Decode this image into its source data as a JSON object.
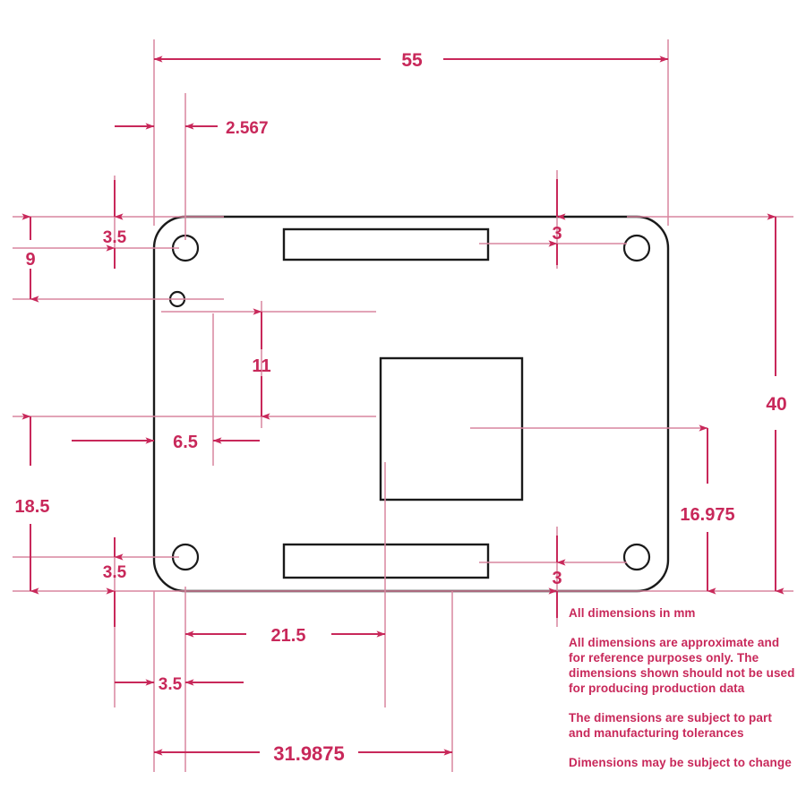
{
  "drawing": {
    "title": "Raspberry Pi board mechanical dimension drawing",
    "units": "mm",
    "colors": {
      "dimension": "#c8285a",
      "dimension_light": "#d9859f",
      "outline": "#1a1a1a",
      "background": "#ffffff"
    }
  },
  "dimensions": {
    "overall_width": "55",
    "overall_height": "40",
    "top_left_hole_x": "2.567",
    "top_edge_to_hole_left": "3.5",
    "hole_to_hole_vertical_left": "9",
    "usb_top_offset": "3",
    "connector_offset_11": "11",
    "left_offset_6_5": "6.5",
    "bottom_left_vertical_18_5": "18.5",
    "bottom_left_hole_3_5": "3.5",
    "right_vertical_16_975": "16.975",
    "bottom_usb_offset_3": "3",
    "bottom_span_21_5": "21.5",
    "bottom_offset_3_5": "3.5",
    "bottom_span_31_9875": "31.9875"
  },
  "notes": [
    "All dimensions in mm",
    "All dimensions are approximate and for reference purposes only. The dimensions shown should not be used for producing production data",
    "The dimensions are subject to part and manufacturing tolerances",
    "Dimensions may be subject to change"
  ],
  "features": {
    "board_outline": "rounded-rectangle-board-outline",
    "mounting_holes": 4,
    "small_hole": 1,
    "top_connector": "top-connector-rectangle",
    "bottom_connector": "bottom-connector-rectangle",
    "center_component": "center-square-component"
  }
}
